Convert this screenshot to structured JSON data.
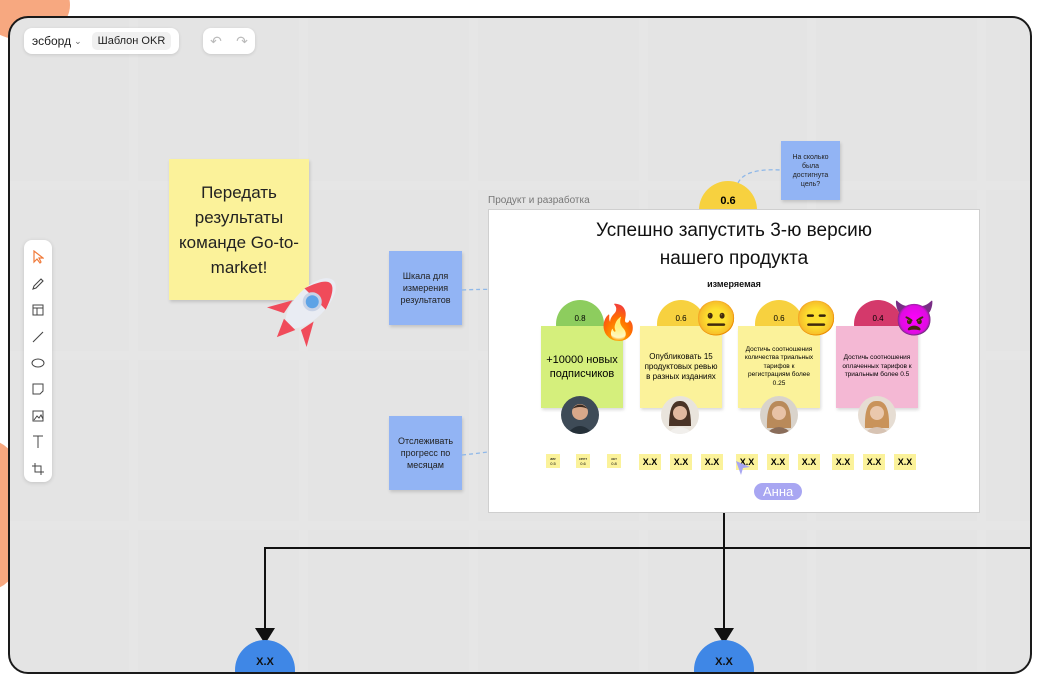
{
  "topbar": {
    "app_name": "эсборд",
    "template": "Шаблон OKR"
  },
  "toolbar": {
    "tools": [
      "pointer-tool",
      "pen-tool",
      "template-tool",
      "line-tool",
      "ellipse-tool",
      "sticky-tool",
      "image-tool",
      "text-tool",
      "frame-tool"
    ]
  },
  "canvas": {
    "main_note": "Передать результаты команде Go-to-market!",
    "scale_note": "Шкала для измерения результатов",
    "track_note": "Отслеживать прогресс по месяцам",
    "goal_question": "На сколько была достигнута цель?",
    "top_score": "0.6",
    "frame_label": "Продукт и разработка",
    "bottom_nodes": [
      "X.X",
      "X.X"
    ]
  },
  "board": {
    "title_line1": "Успешно запустить 3-ю версию",
    "title_line2": "нашего продукта",
    "subtitle": "измеряемая",
    "key_results": [
      {
        "score": "0.8",
        "text": "+10000 новых подписчиков",
        "color": "#d5ef7c",
        "score_color": "#8dcd5e",
        "emoji": "fire-icon"
      },
      {
        "score": "0.6",
        "text": "Опубликовать 15 продуктовых ревью в разных изданиях",
        "color": "#fbf29a",
        "score_color": "#f7d13f",
        "emoji": "neutral-face-icon"
      },
      {
        "score": "0.6",
        "text": "Достичь соотношения количества триальных тарифов к регистрациям более 0.25",
        "color": "#fbf29a",
        "score_color": "#f7d13f",
        "emoji": "expressionless-face-icon"
      },
      {
        "score": "0.4",
        "text": "Достичь соотношения оплаченных тарифов к триальным более 0.5",
        "color": "#f4b8d4",
        "score_color": "#d4396b",
        "emoji": "angry-devil-icon"
      }
    ],
    "months": [
      {
        "label": "авг",
        "value": "0.5"
      },
      {
        "label": "сент",
        "value": "0.6"
      },
      {
        "label": "окт",
        "value": "0.8"
      }
    ],
    "xx_cells": [
      "X.X",
      "X.X",
      "X.X",
      "X.X",
      "X.X",
      "X.X",
      "X.X",
      "X.X",
      "X.X"
    ],
    "cursor_user": "Анна"
  }
}
